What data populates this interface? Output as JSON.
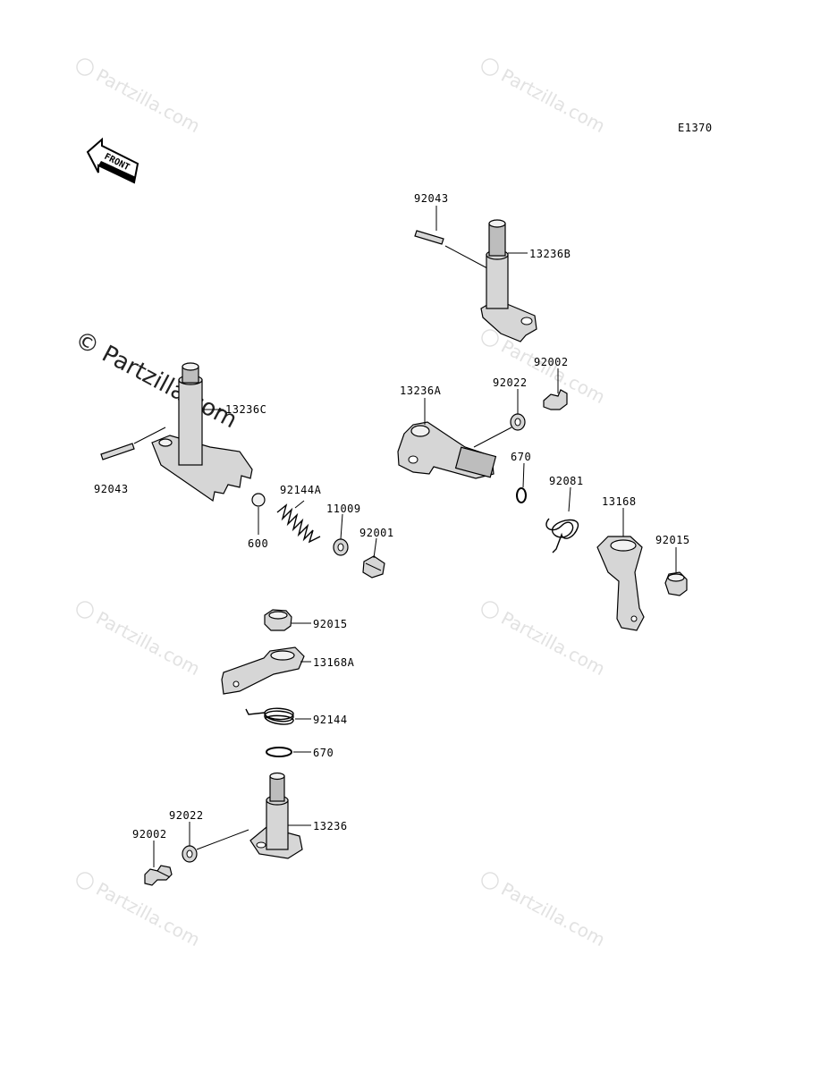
{
  "diagram_code": "E1370",
  "front_label": "FRONT",
  "watermark": {
    "text": "Partzilla.com",
    "prominent_text": "© Partzilla.com"
  },
  "callouts": {
    "shaft_13236C": "13236C",
    "pin_92043_left": "92043",
    "ball_600": "600",
    "spring_92144A": "92144A",
    "washer_11009": "11009",
    "plug_92001": "92001",
    "nut_92015_lower": "92015",
    "lever_13168A": "13168A",
    "spring_92144": "92144",
    "oring_670_lower": "670",
    "shaft_13236": "13236",
    "washer_92022_lower": "92022",
    "bolt_92002_lower": "92002",
    "pin_92043_top": "92043",
    "shaft_13236B": "13236B",
    "bolt_92002_upper": "92002",
    "washer_92022_upper": "92022",
    "shaft_13236A": "13236A",
    "oring_670_upper": "670",
    "spring_92081": "92081",
    "lever_13168": "13168",
    "nut_92015_right": "92015"
  }
}
